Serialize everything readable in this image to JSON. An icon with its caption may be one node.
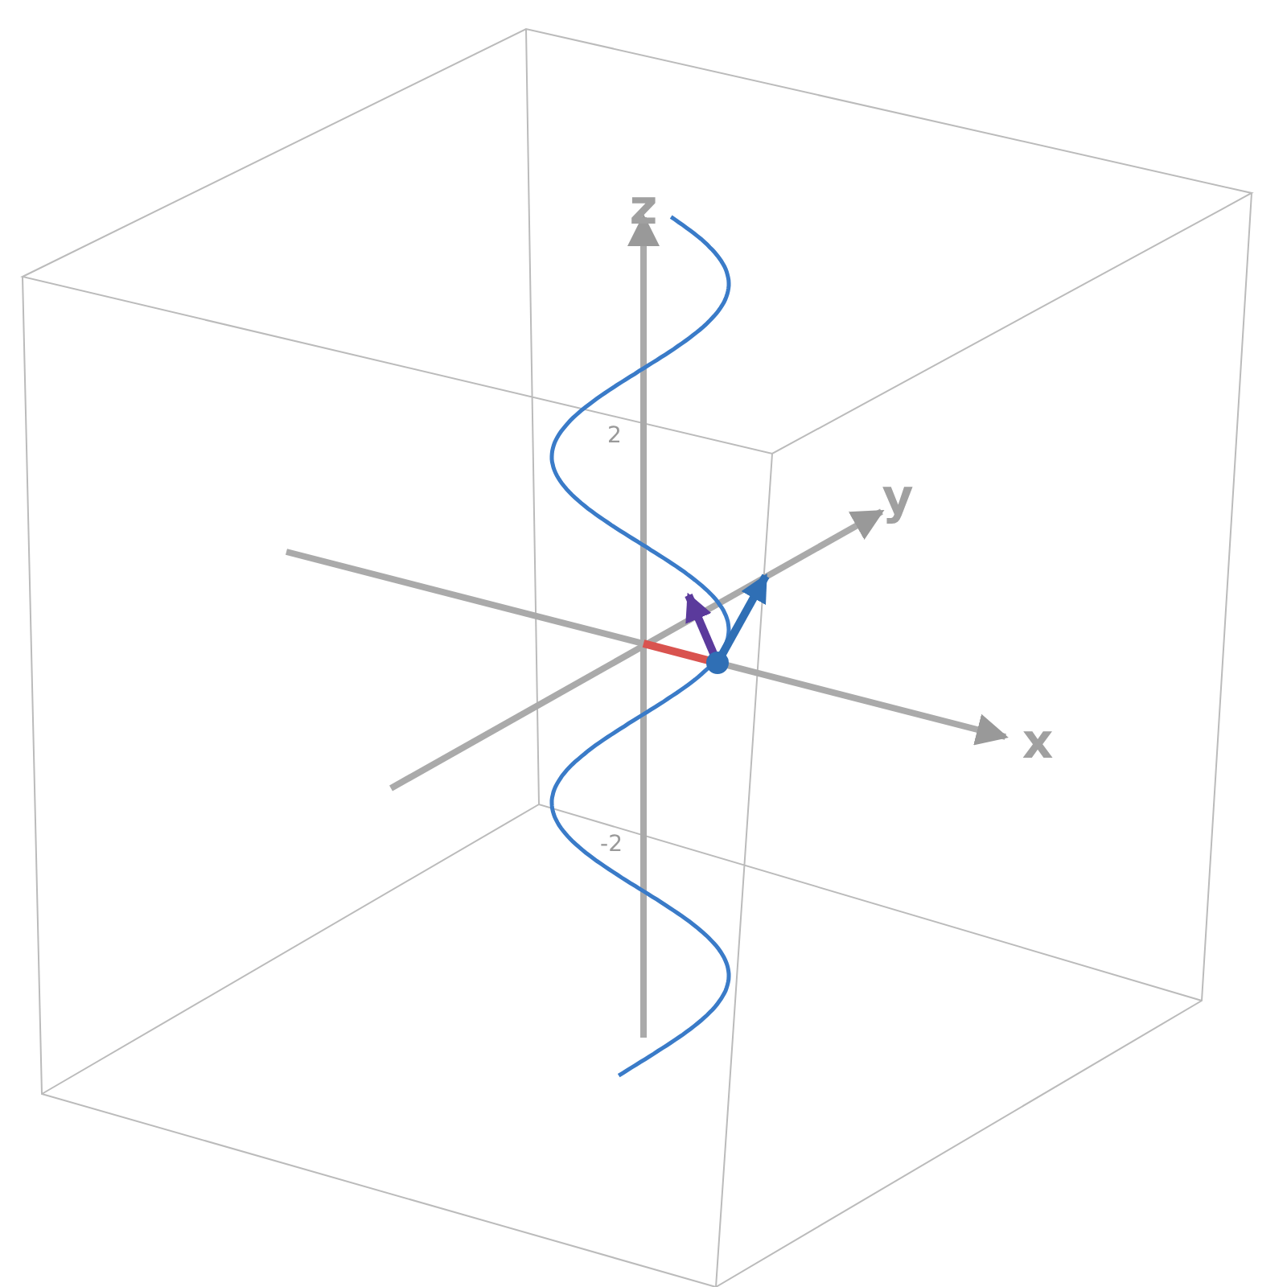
{
  "diagram": {
    "labels": [
      "z",
      "2",
      "y",
      "x",
      "-2"
    ]
  }
}
